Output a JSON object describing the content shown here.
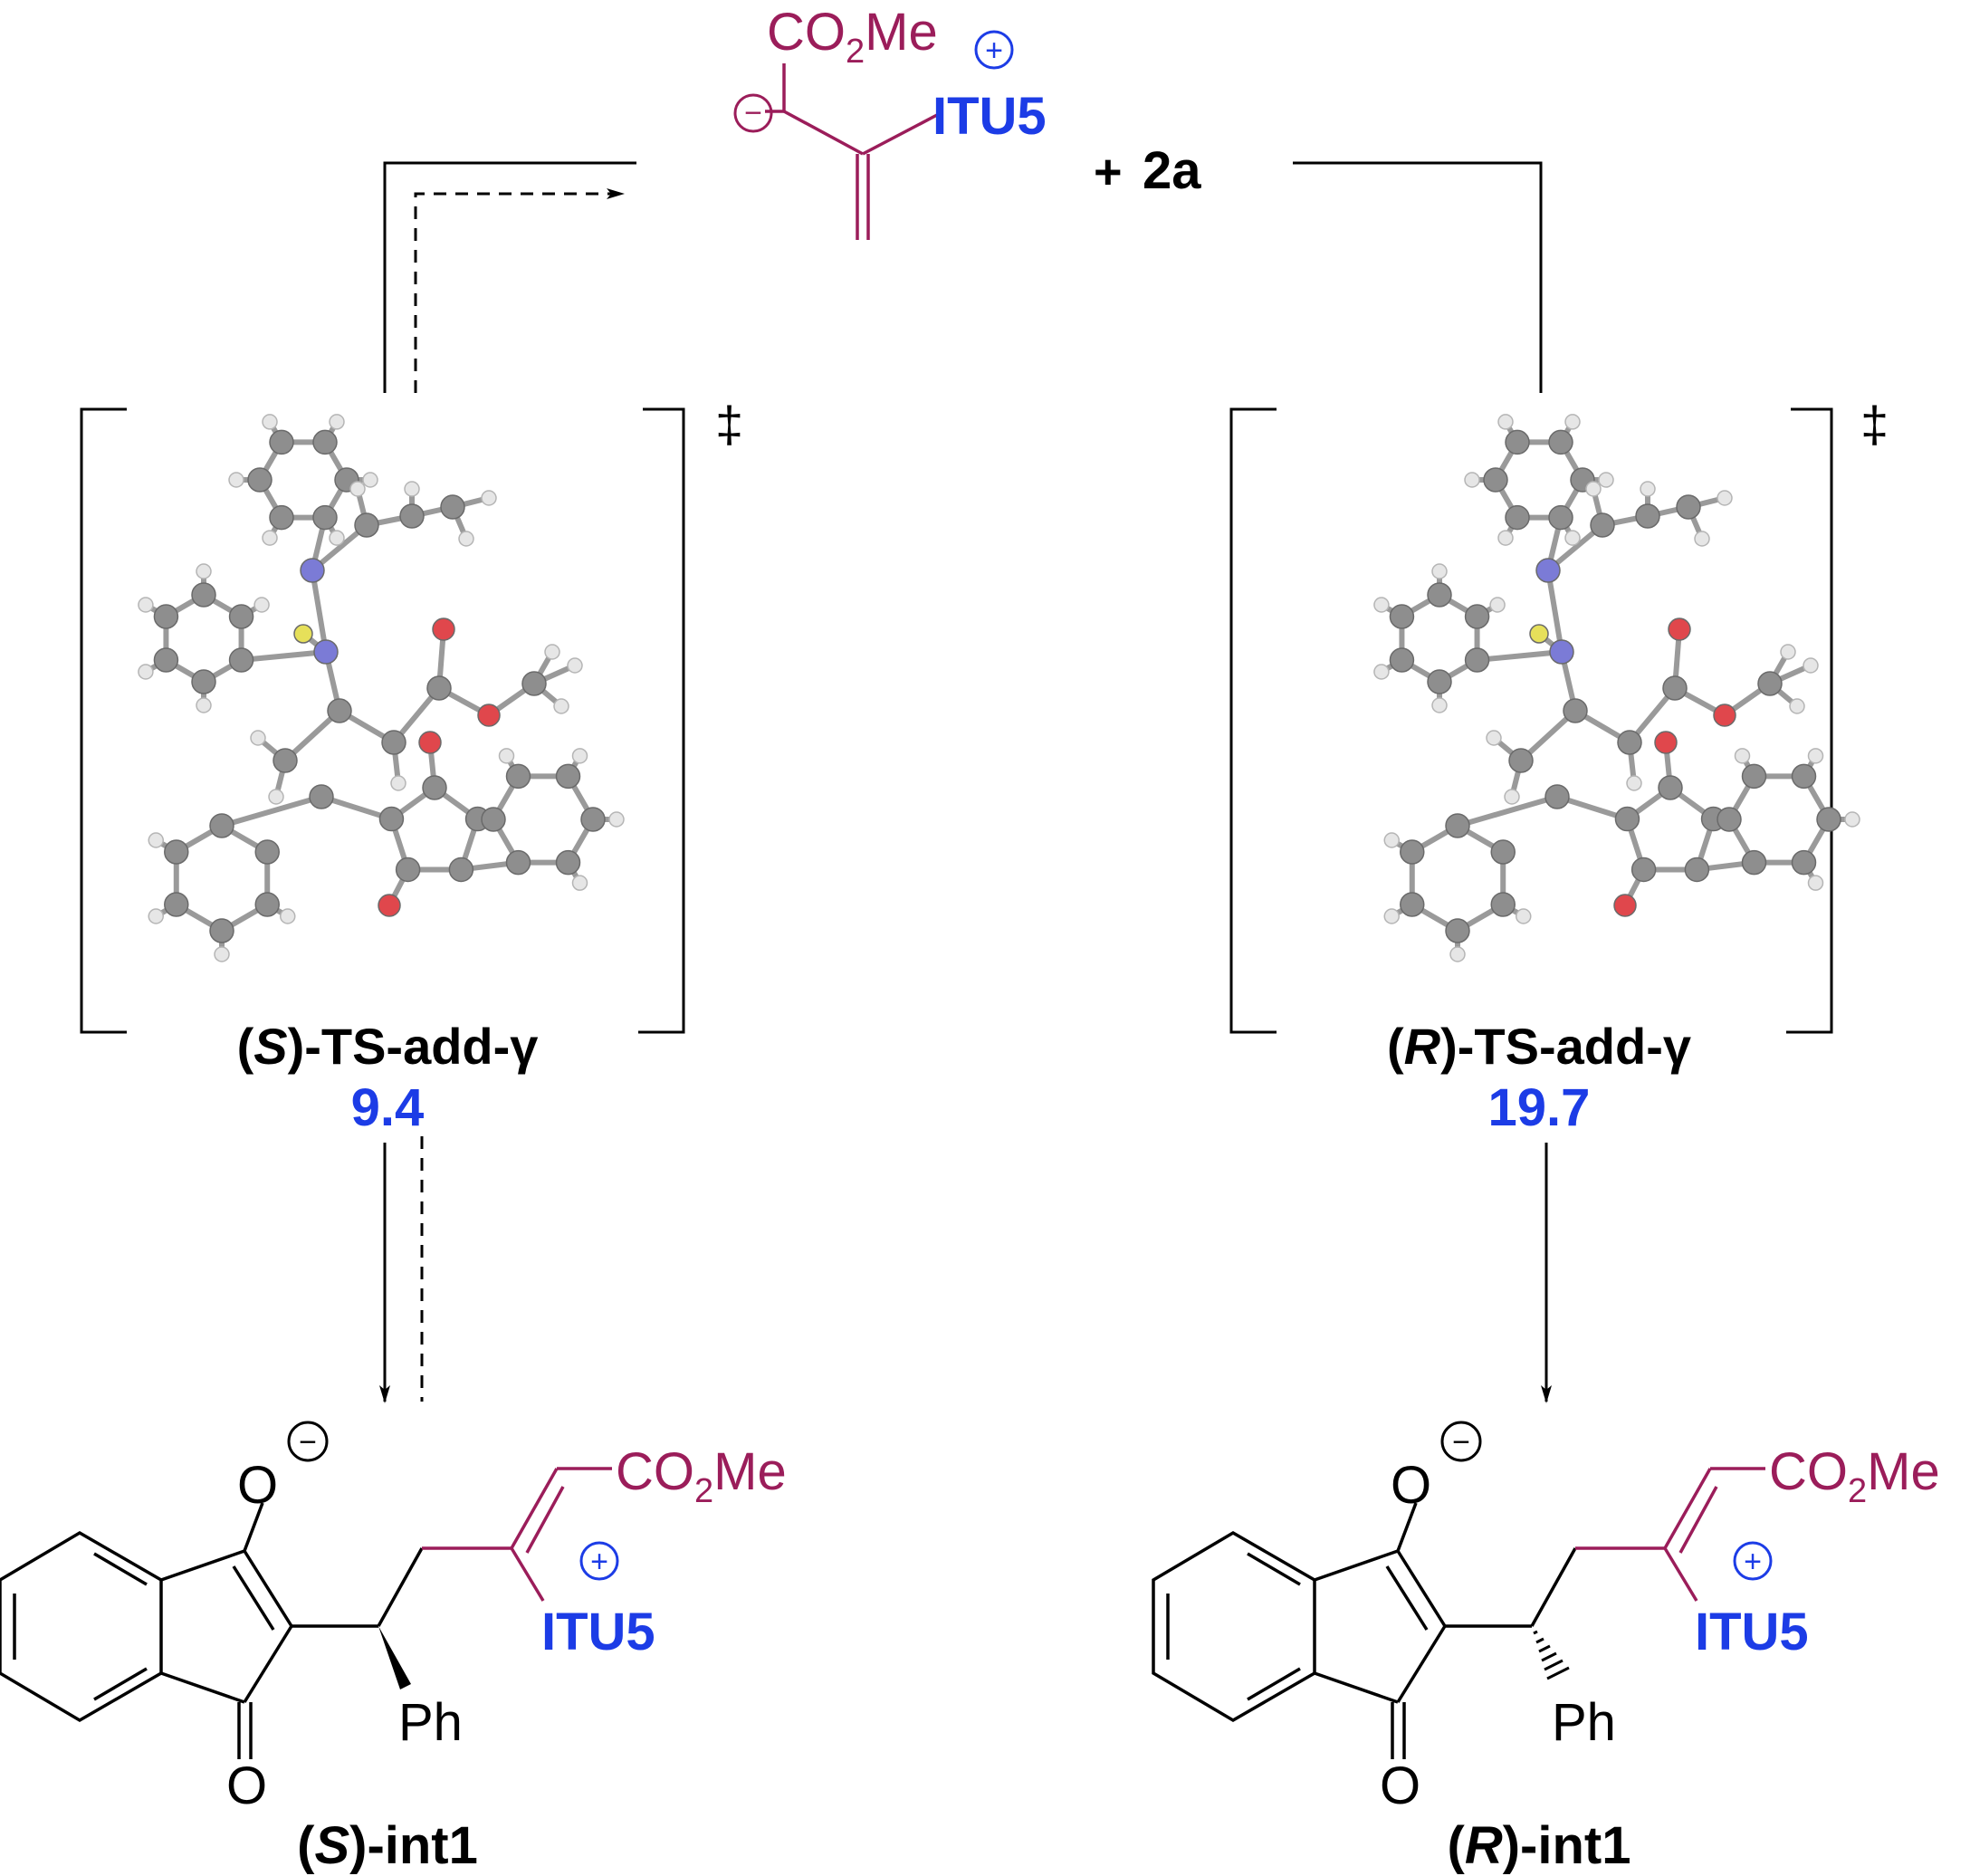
{
  "colors": {
    "black": "#000000",
    "maroon": "#9b1d5a",
    "blue": "#1c3ce6",
    "carbon": "#8e8e8e",
    "hydrogen": "#e6e6e6",
    "oxygen": "#e0474c",
    "nitrogen": "#7b7bd6",
    "sulfur": "#e6e05a"
  },
  "reactant": {
    "ester": "CO",
    "ester_sub": "2",
    "ester_tail": "Me",
    "catalyst": "ITU5",
    "plus_charge": "+",
    "minus_charge": "−",
    "plus_sign": "+",
    "partner": "2a"
  },
  "ts_left": {
    "open_paren": "(",
    "stereo": "S",
    "name": ")-TS-add-γ",
    "energy": "9.4",
    "dagger": "‡"
  },
  "ts_right": {
    "open_paren": "(",
    "stereo": "R",
    "name": ")-TS-add-γ",
    "energy": "19.7",
    "dagger": "‡"
  },
  "prod_left": {
    "o_top": "O",
    "minus_charge": "−",
    "o_bottom": "O",
    "ph": "Ph",
    "ester": "CO",
    "ester_sub": "2",
    "ester_tail": "Me",
    "plus_charge": "+",
    "catalyst": "ITU5",
    "open_paren": "(",
    "stereo": "S",
    "name": ")-int1"
  },
  "prod_right": {
    "o_top": "O",
    "minus_charge": "−",
    "o_bottom": "O",
    "ph": "Ph",
    "ester": "CO",
    "ester_sub": "2",
    "ester_tail": "Me",
    "plus_charge": "+",
    "catalyst": "ITU5",
    "open_paren": "(",
    "stereo": "R",
    "name": ")-int1"
  }
}
